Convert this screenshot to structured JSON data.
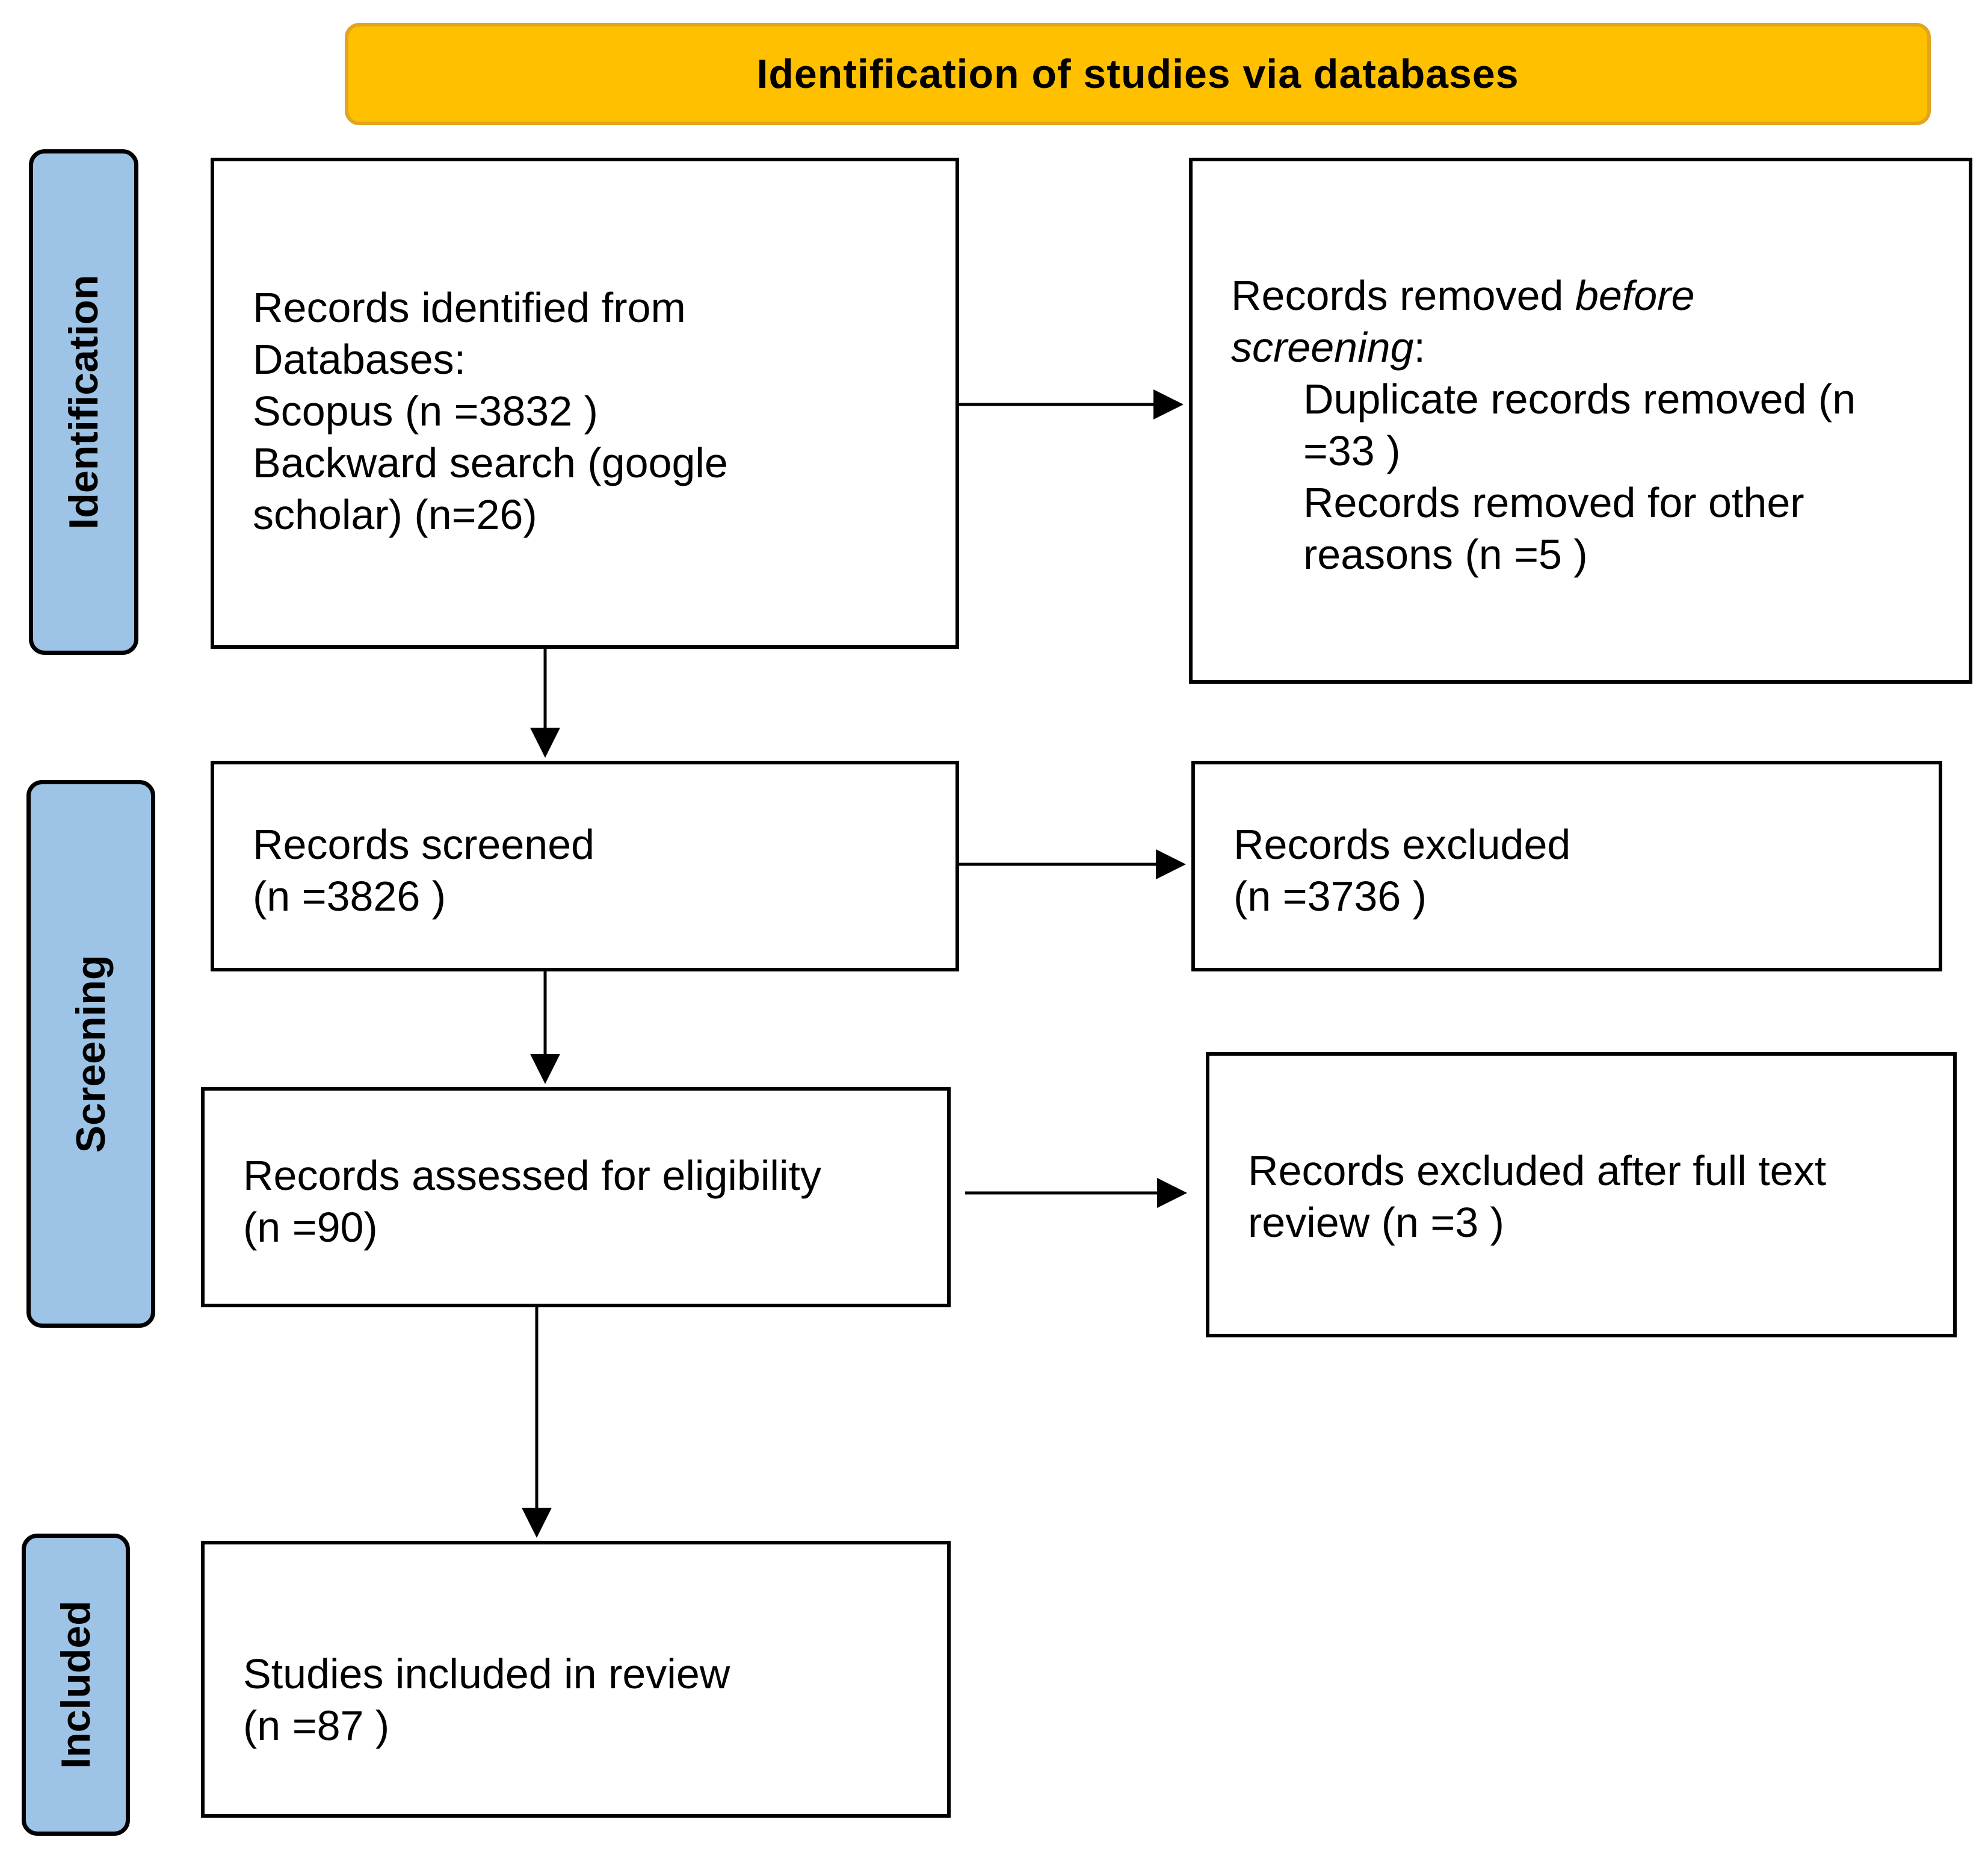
{
  "header": {
    "title": "Identification of studies via databases"
  },
  "phases": {
    "identification": "Identification",
    "screening": "Screening",
    "included": "Included"
  },
  "boxes": {
    "records_identified": {
      "lines": [
        "Records identified from",
        "Databases:",
        "Scopus (n =3832 )",
        "Backward search (google",
        "scholar) (n=26)"
      ]
    },
    "records_removed": {
      "heading_prefix": "Records removed ",
      "heading_italic": "before",
      "heading_italic_2": "screening",
      "heading_suffix": ":",
      "lines": [
        "Duplicate records removed  (n",
        "=33 )",
        "Records removed for other",
        "reasons (n =5 )"
      ]
    },
    "records_screened": {
      "lines": [
        "Records screened",
        "(n =3826 )"
      ]
    },
    "records_excluded": {
      "lines": [
        "Records excluded",
        "(n =3736 )"
      ]
    },
    "records_assessed": {
      "lines": [
        "Records assessed for eligibility",
        "(n =90)"
      ]
    },
    "records_excluded_fulltext": {
      "lines": [
        "Records excluded after full text",
        "review (n =3 )"
      ]
    },
    "studies_included": {
      "lines": [
        "Studies included in review",
        "(n =87 )"
      ]
    }
  },
  "colors": {
    "banner_fill": "#FFC000",
    "banner_border": "#E3A41E",
    "phase_fill": "#9DC3E6",
    "border": "#000000"
  }
}
